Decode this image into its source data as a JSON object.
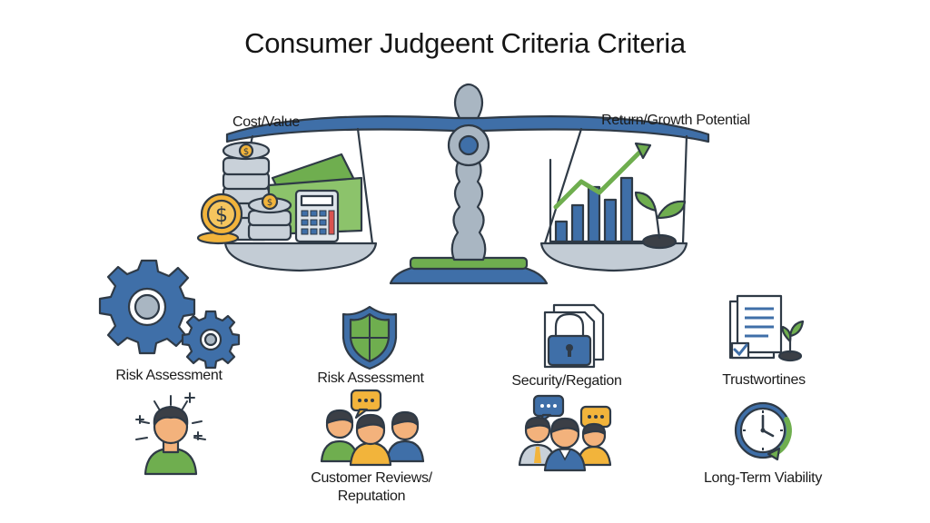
{
  "title": "Consumer Judgeent Criteria Criteria",
  "colors": {
    "outline": "#2f3a46",
    "blue": "#3f6fa8",
    "steel": "#a9b6c2",
    "green": "#6fae4f",
    "gold": "#f2b43b",
    "skin": "#f3b27c",
    "hair": "#3b3f46"
  },
  "scale": {
    "left_pan_label": "Cost/Value",
    "right_pan_label": "Return/Growth Potential"
  },
  "criteria": [
    {
      "label": "Risk Assessment",
      "icon": "gears-icon"
    },
    {
      "label": "Risk Assessment",
      "icon": "shield-icon"
    },
    {
      "label": "Security/Regation",
      "icon": "padlock-icon"
    },
    {
      "label": "Trustwortines",
      "icon": "document-check-icon"
    }
  ],
  "bottom": [
    {
      "label": "",
      "icon": "thinking-person-icon"
    },
    {
      "label": "Customer Reviews/ Reputation",
      "icon": "people-chat-icon"
    },
    {
      "label": "",
      "icon": "business-people-chat-icon"
    },
    {
      "label": "Long-Term Viability",
      "icon": "clock-icon"
    }
  ]
}
